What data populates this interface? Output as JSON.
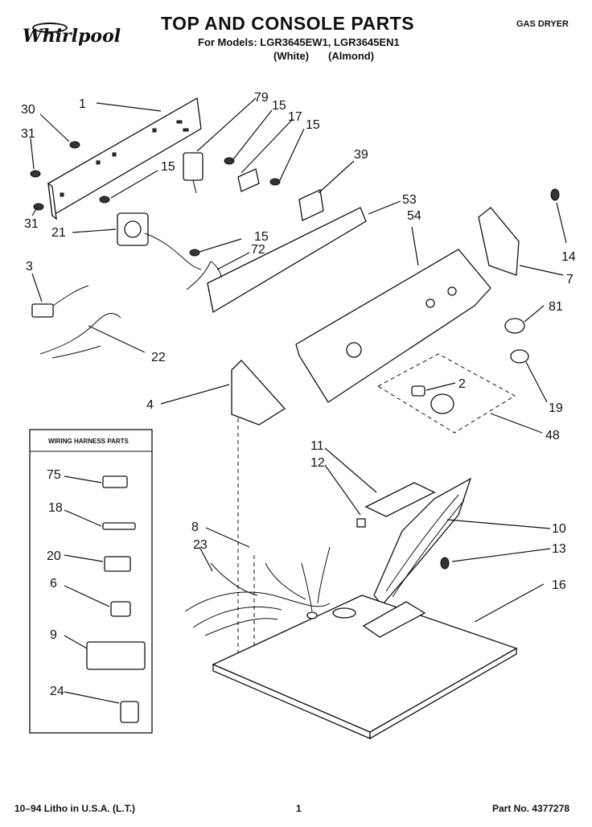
{
  "header": {
    "title": "TOP AND CONSOLE PARTS",
    "models_line": "For Models: LGR3645EW1, LGR3645EN1",
    "variant_white": "(White)",
    "variant_almond": "(Almond)",
    "brand": "Whirlpool",
    "category": "GAS DRYER"
  },
  "footer": {
    "date_line": "10–94 Litho in U.S.A. (L.T.)",
    "page_number": "1",
    "part_number": "Part No. 4377278"
  },
  "wiring_panel": {
    "title": "WIRING HARNESS PARTS"
  },
  "callouts": [
    {
      "label": "1"
    },
    {
      "label": "30"
    },
    {
      "label": "31"
    },
    {
      "label": "31"
    },
    {
      "label": "15"
    },
    {
      "label": "21"
    },
    {
      "label": "3"
    },
    {
      "label": "22"
    },
    {
      "label": "79"
    },
    {
      "label": "15"
    },
    {
      "label": "17"
    },
    {
      "label": "15"
    },
    {
      "label": "39"
    },
    {
      "label": "53"
    },
    {
      "label": "54"
    },
    {
      "label": "15"
    },
    {
      "label": "72"
    },
    {
      "label": "14"
    },
    {
      "label": "7"
    },
    {
      "label": "81"
    },
    {
      "label": "19"
    },
    {
      "label": "2"
    },
    {
      "label": "48"
    },
    {
      "label": "4"
    },
    {
      "label": "11"
    },
    {
      "label": "12"
    },
    {
      "label": "10"
    },
    {
      "label": "13"
    },
    {
      "label": "8"
    },
    {
      "label": "23"
    },
    {
      "label": "16"
    },
    {
      "label": "75"
    },
    {
      "label": "18"
    },
    {
      "label": "20"
    },
    {
      "label": "6"
    },
    {
      "label": "9"
    },
    {
      "label": "24"
    }
  ]
}
